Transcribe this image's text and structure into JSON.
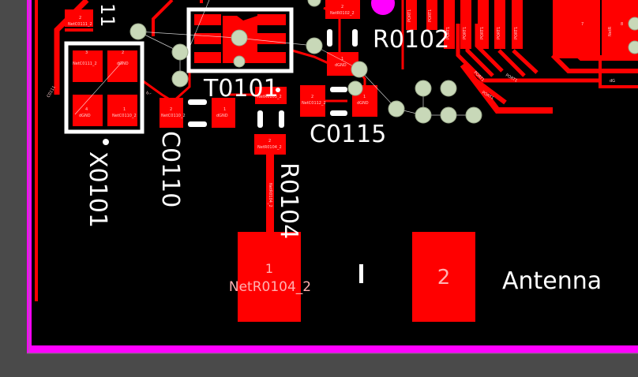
{
  "colors": {
    "background": "#4a4a4a",
    "board": "#000000",
    "board_outline": "#ff00ff",
    "copper": "#ff0000",
    "silkscreen": "#ffffff",
    "via": "#c8d8b8",
    "pad_label": "#ffb0b0"
  },
  "designators": {
    "t0101": "T0101",
    "r0102": "R0102",
    "c0115": "C0115",
    "c0110": "C0110",
    "x0101": "X0101",
    "r0104": "R0104",
    "partial_top_left": "11"
  },
  "antenna_label": "Antenna",
  "antenna_pads": {
    "pad1_number": "1",
    "pad1_net": "NetR0104_2",
    "pad2_number": "2"
  },
  "small_pad_labels": {
    "net_c0111_top": "NetC0111_2",
    "net_c0111_2": "NetC0111_2",
    "dgnd_a": "dGND",
    "dgnd_b": "dGND",
    "net_c0110_2": "NetC0110_2",
    "dgnd_c0110": "dGND",
    "net_r0102_2": "NetR0102_2",
    "dgnd_r0102": "dGND",
    "net_c0112_2": "NetC0112_2",
    "dgnd_c0115": "dGND",
    "net_r0104_2_small": "NetR0104_2",
    "net_r0104_2_trace": "NetR0104_2",
    "net_r0103_2": "NetR0103_2",
    "c0111_trace": "C0111",
    "d_trace": "d_"
  },
  "port_labels": [
    "PORT1",
    "PORT1",
    "PORT1",
    "PORT1",
    "PORT1",
    "PORT1",
    "PORT1",
    "PORT1"
  ],
  "side_labels": {
    "port_a": "PORT1",
    "port_b": "PORT1",
    "port_c": "PORT1",
    "dg": "dG",
    "net_right": "NetR"
  },
  "pin_numbers": {
    "p1": "1",
    "p2": "2",
    "p3": "3",
    "p4": "4",
    "q1": "1",
    "q2": "2",
    "r1": "1",
    "r2": "2",
    "s1": "1",
    "s2": "2",
    "u1": "1",
    "u2": "2",
    "v1": "1",
    "v2": "2",
    "w7": "7",
    "w8": "8"
  }
}
